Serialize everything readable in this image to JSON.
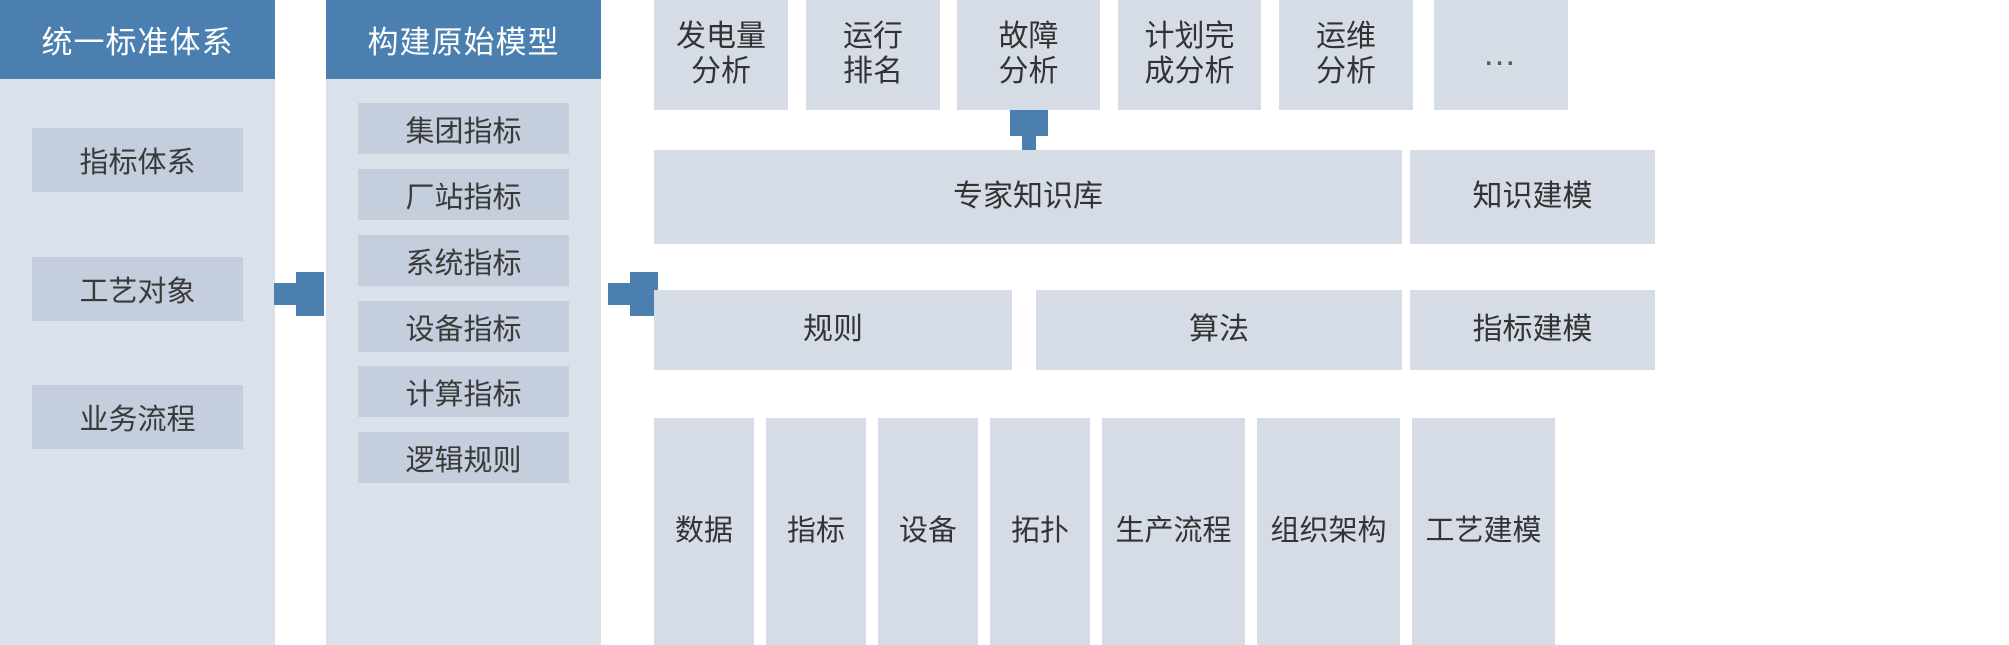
{
  "colors": {
    "header_blue": "#4a7fb0",
    "panel_bg": "#dbe1ea",
    "chip_bg": "#c5cedd",
    "card_bg": "#d5dce6",
    "text_dark": "#333333",
    "text_light": "#ffffff",
    "canvas": "#ffffff"
  },
  "col1": {
    "header": "统一标准体系",
    "items": [
      {
        "label": "指标体系"
      },
      {
        "label": "工艺对象"
      },
      {
        "label": "业务流程"
      }
    ]
  },
  "col2": {
    "header": "构建原始模型",
    "items": [
      {
        "label": "集团指标"
      },
      {
        "label": "厂站指标"
      },
      {
        "label": "系统指标"
      },
      {
        "label": "设备指标"
      },
      {
        "label": "计算指标"
      },
      {
        "label": "逻辑规则"
      }
    ]
  },
  "col3": {
    "analysis_row": [
      {
        "label": "发电量\n分析"
      },
      {
        "label": "运行\n排名"
      },
      {
        "label": "故障\n分析"
      },
      {
        "label": "计划完\n成分析"
      },
      {
        "label": "运维\n分析"
      },
      {
        "label": "…"
      }
    ],
    "knowledge_row": [
      {
        "label": "专家知识库"
      },
      {
        "label": "知识建模"
      }
    ],
    "engine_row": [
      {
        "label": "规则"
      },
      {
        "label": "算法"
      },
      {
        "label": "指标建模"
      }
    ],
    "base_row": [
      {
        "label": "数据"
      },
      {
        "label": "指标"
      },
      {
        "label": "设备"
      },
      {
        "label": "拓扑"
      },
      {
        "label": "生产流程"
      },
      {
        "label": "组织架构"
      },
      {
        "label": "工艺建模"
      }
    ]
  },
  "connectors": [
    {
      "name": "col1-to-col2",
      "direction": "right"
    },
    {
      "name": "col2-to-col3",
      "direction": "right"
    },
    {
      "name": "fault-analysis-to-knowledge-base",
      "direction": "down"
    }
  ]
}
